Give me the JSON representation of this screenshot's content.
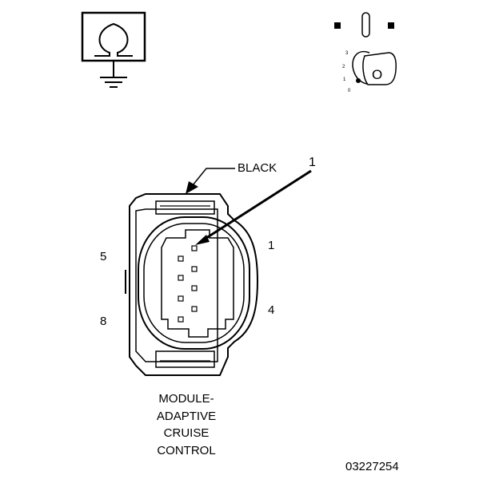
{
  "diagram": {
    "callout_number": "1",
    "wire_color_label": "BLACK",
    "pin_labels": {
      "top_left": "5",
      "bottom_left": "8",
      "top_right": "1",
      "bottom_right": "4"
    },
    "component_name_lines": [
      "MODULE-",
      "ADAPTIVE",
      "CRUISE",
      "CONTROL"
    ],
    "figure_number": "03227254",
    "ignition_positions": [
      "3",
      "2",
      "1",
      "0"
    ],
    "ignition_key_letter": "O"
  }
}
